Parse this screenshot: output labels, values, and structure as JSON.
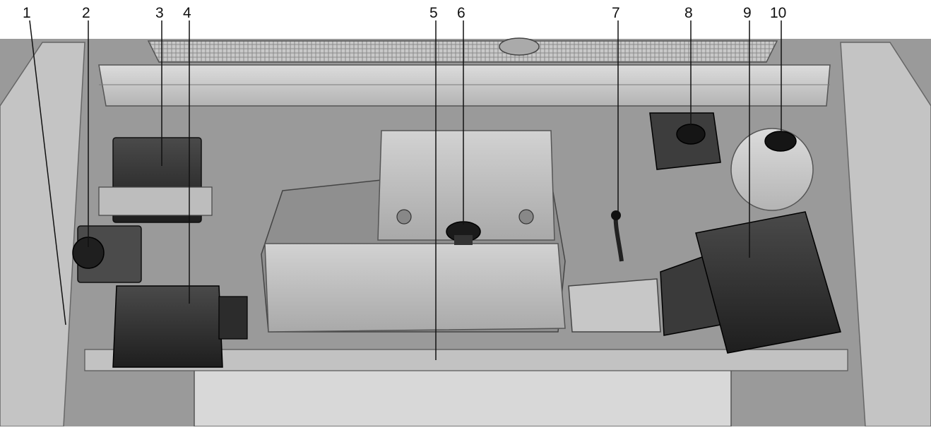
{
  "diagram": {
    "callouts": [
      {
        "number": "1"
      },
      {
        "number": "2"
      },
      {
        "number": "3"
      },
      {
        "number": "4"
      },
      {
        "number": "5"
      },
      {
        "number": "6"
      },
      {
        "number": "7"
      },
      {
        "number": "8"
      },
      {
        "number": "9"
      },
      {
        "number": "10"
      }
    ]
  }
}
